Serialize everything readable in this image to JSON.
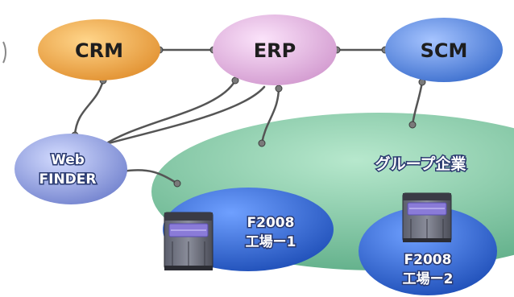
{
  "nodes": {
    "crm": {
      "label": "CRM",
      "color": "#f0a848"
    },
    "erp": {
      "label": "ERP",
      "color": "#e9b8e6"
    },
    "scm": {
      "label": "SCM",
      "color": "#5f8fe0"
    },
    "web_finder": {
      "line1": "Web",
      "line2": "FINDER",
      "color": "#93a5e6"
    },
    "group": {
      "label": "グループ企業",
      "color": "#7fc4a3"
    },
    "factory1": {
      "line1": "F2008",
      "line2": "工場ー1",
      "color": "#2f6ad8"
    },
    "factory2": {
      "line1": "F2008",
      "line2": "工場ー2",
      "color": "#2f6ad8"
    }
  },
  "colors": {
    "link": "#555555",
    "connector": "#777777"
  }
}
